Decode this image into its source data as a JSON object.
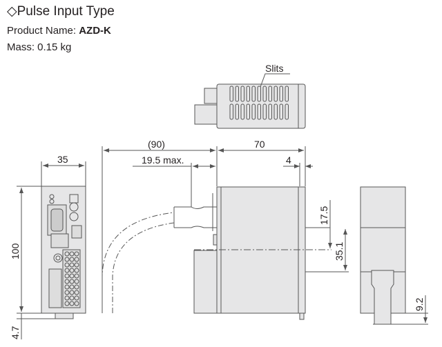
{
  "header": {
    "title_symbol": "◇",
    "title": "Pulse Input Type",
    "product_label": "Product Name: ",
    "product_name": "AZD-K",
    "mass": "Mass: 0.15 kg"
  },
  "drawing": {
    "slits_label": "Slits",
    "dim_90": "(90)",
    "dim_70": "70",
    "dim_19_5": "19.5 max.",
    "dim_4": "4",
    "dim_35": "35",
    "dim_100": "100",
    "dim_4_7": "4.7",
    "dim_17_5": "17.5",
    "dim_35_1": "35.1",
    "dim_9_2": "9.2"
  },
  "colors": {
    "body_fill": "#e6e6e7",
    "stroke": "#555555"
  }
}
